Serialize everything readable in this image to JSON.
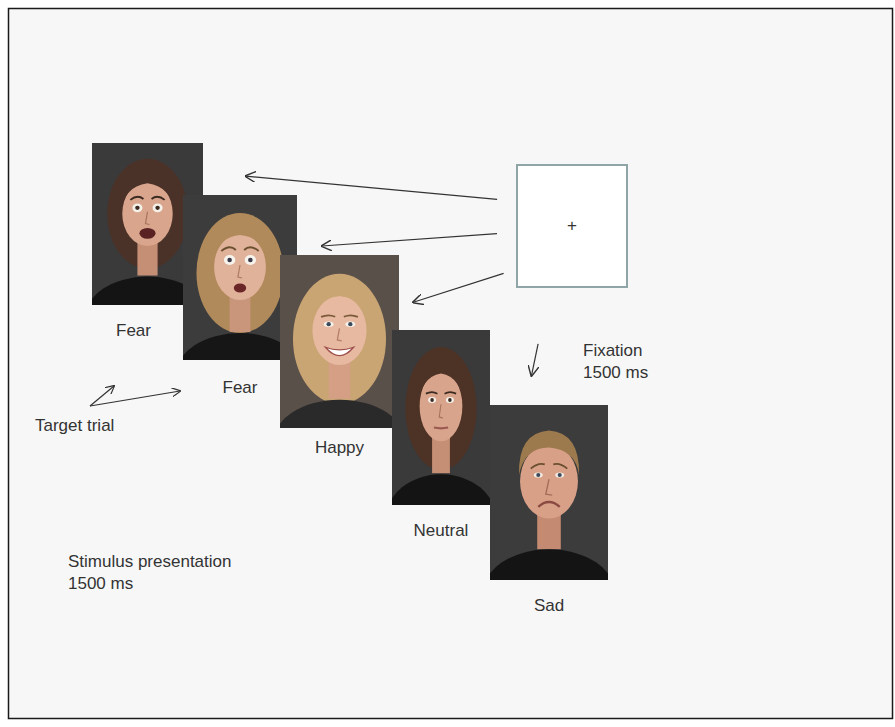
{
  "diagram": {
    "nodes": [
      {
        "text": [
          "Fear"
        ]
      },
      {
        "text": [
          "Fear"
        ]
      },
      {
        "text": [
          "Happy"
        ]
      },
      {
        "text": [
          "Neutral"
        ]
      },
      {
        "text": [
          "Sad"
        ]
      },
      {
        "text": [
          "+"
        ]
      }
    ],
    "edges": [
      {
        "from": 5,
        "to": 0,
        "arrow": "to"
      },
      {
        "from": 5,
        "to": 1,
        "arrow": "to"
      },
      {
        "from": 5,
        "to": 2,
        "arrow": "to"
      },
      {
        "from": 5,
        "to": 4,
        "arrow": "to"
      }
    ],
    "labels": [
      "Target trial",
      "Fixation 1500 ms",
      "Stimulus presentation 1500 ms"
    ]
  }
}
